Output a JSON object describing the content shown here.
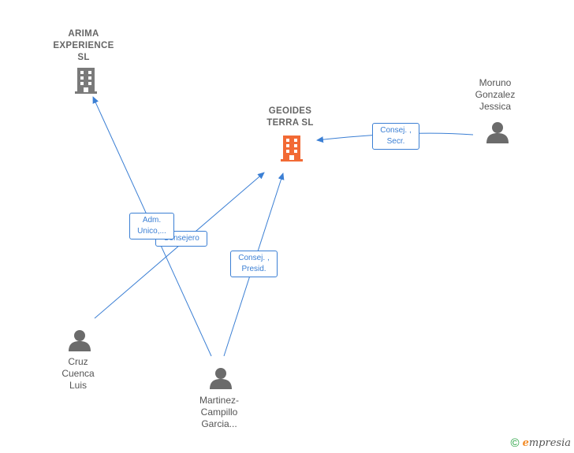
{
  "colors": {
    "edge": "#3b7fd4",
    "person_icon": "#6b6b6b",
    "company_icon": "#7a7a7a",
    "focus_company_icon": "#f26a35"
  },
  "nodes": {
    "arima": {
      "lines": [
        "ARIMA",
        "EXPERIENCE",
        "SL"
      ],
      "icon": "building-icon"
    },
    "geoides": {
      "lines": [
        "GEOIDES",
        "TERRA  SL"
      ],
      "icon": "building-icon"
    },
    "moruno": {
      "lines": [
        "Moruno",
        "Gonzalez",
        "Jessica"
      ],
      "icon": "person-icon"
    },
    "cruz": {
      "lines": [
        "Cruz",
        "Cuenca",
        "Luis"
      ],
      "icon": "person-icon"
    },
    "martinez": {
      "lines": [
        "Martinez-",
        "Campillo",
        "Garcia..."
      ],
      "icon": "person-icon"
    }
  },
  "roles": {
    "adm": {
      "lines": [
        "Adm.",
        "Unico,..."
      ]
    },
    "consejero": {
      "lines": [
        "Consejero"
      ]
    },
    "presid": {
      "lines": [
        "Consej. ,",
        "Presid."
      ]
    },
    "secr": {
      "lines": [
        "Consej. ,",
        "Secr."
      ]
    }
  },
  "footer": {
    "copyright": "©",
    "brand_e": "e",
    "brand_rest": "mpresia"
  }
}
